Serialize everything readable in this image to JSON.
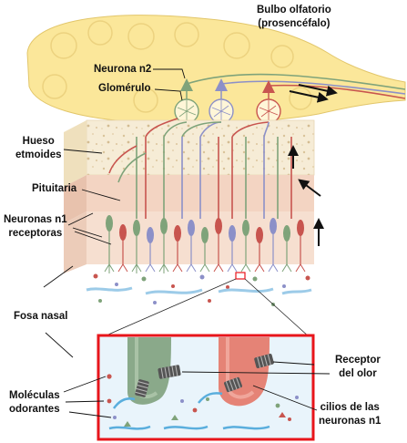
{
  "labels": {
    "bulbo_line1": "Bulbo olfatorio",
    "bulbo_line2": "(prosencéfalo)",
    "neurona_n2": "Neurona n2",
    "glomerulo": "Glomérulo",
    "hueso_line1": "Hueso",
    "hueso_line2": "etmoides",
    "pituitaria": "Pituitaria",
    "neuronas_line1": "Neuronas n1",
    "neuronas_line2": "receptoras",
    "fosa_nasal": "Fosa nasal",
    "moleculas_line1": "Moléculas",
    "moleculas_line2": "odorantes",
    "receptor_line1": "Receptor",
    "receptor_line2": "del olor",
    "cilios_line1": "cilios de las",
    "cilios_line2": "neuronas n1"
  },
  "colors": {
    "bulb": "#fbe79a",
    "bone": "#f5ead4",
    "pituitary": "#f3d4c2",
    "neuron_green": "#7fa37a",
    "neuron_red": "#c8554f",
    "neuron_blue": "#8c90c8",
    "inset_border": "#e8151b",
    "airflow": "#5aaedd"
  }
}
